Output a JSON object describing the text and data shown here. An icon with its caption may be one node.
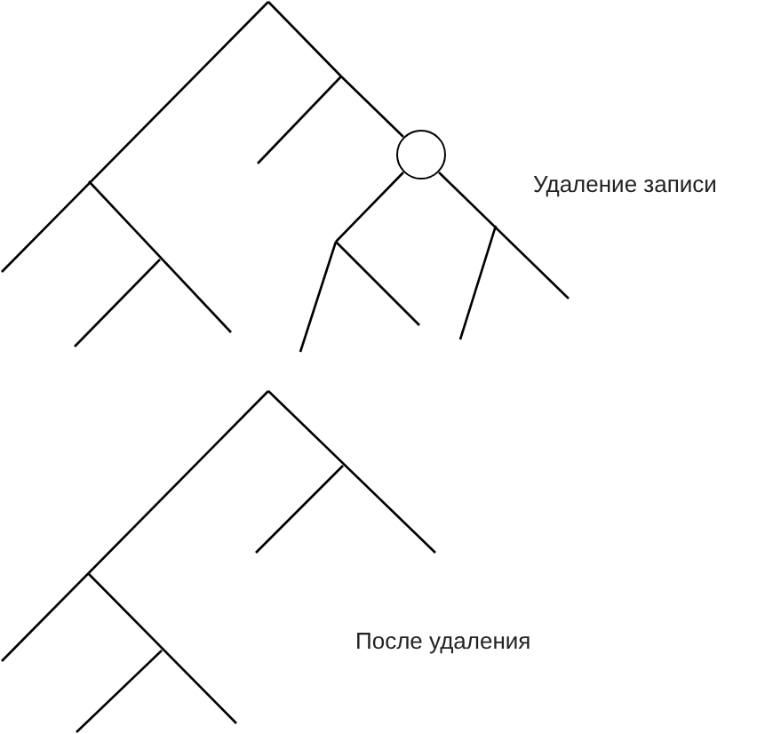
{
  "diagram": {
    "nodes": [
      {
        "text": [],
        "shape": "circle"
      }
    ],
    "labels": [
      "Удаление записи",
      "После удаления"
    ]
  }
}
